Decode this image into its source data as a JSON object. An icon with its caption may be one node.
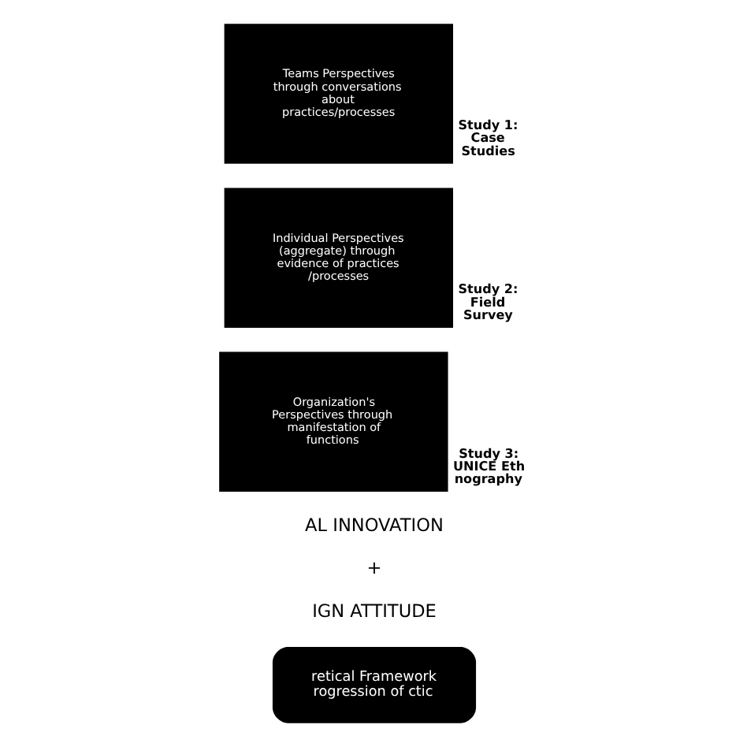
{
  "diagram": {
    "nodes": [
      {
        "text": [
          "retical Framework rogression of ctic"
        ]
      },
      {
        "text": [
          "Organization's Perspectives through manifestation of functions"
        ],
        "beside": [
          "Study 3: UNICE Ethnography"
        ]
      },
      {
        "text": [
          "Individual Perspectives (aggregate) through evidence of practices /processes"
        ],
        "beside": [
          "Study 2: Field Survey"
        ]
      },
      {
        "text": [
          "Teams Perspectives through conversations about practices/processes"
        ],
        "beside": [
          "Study 1: Case Studies"
        ]
      }
    ],
    "labels": [
      "IGN ATTITUDE",
      "+",
      "AL INNOVATION"
    ]
  }
}
